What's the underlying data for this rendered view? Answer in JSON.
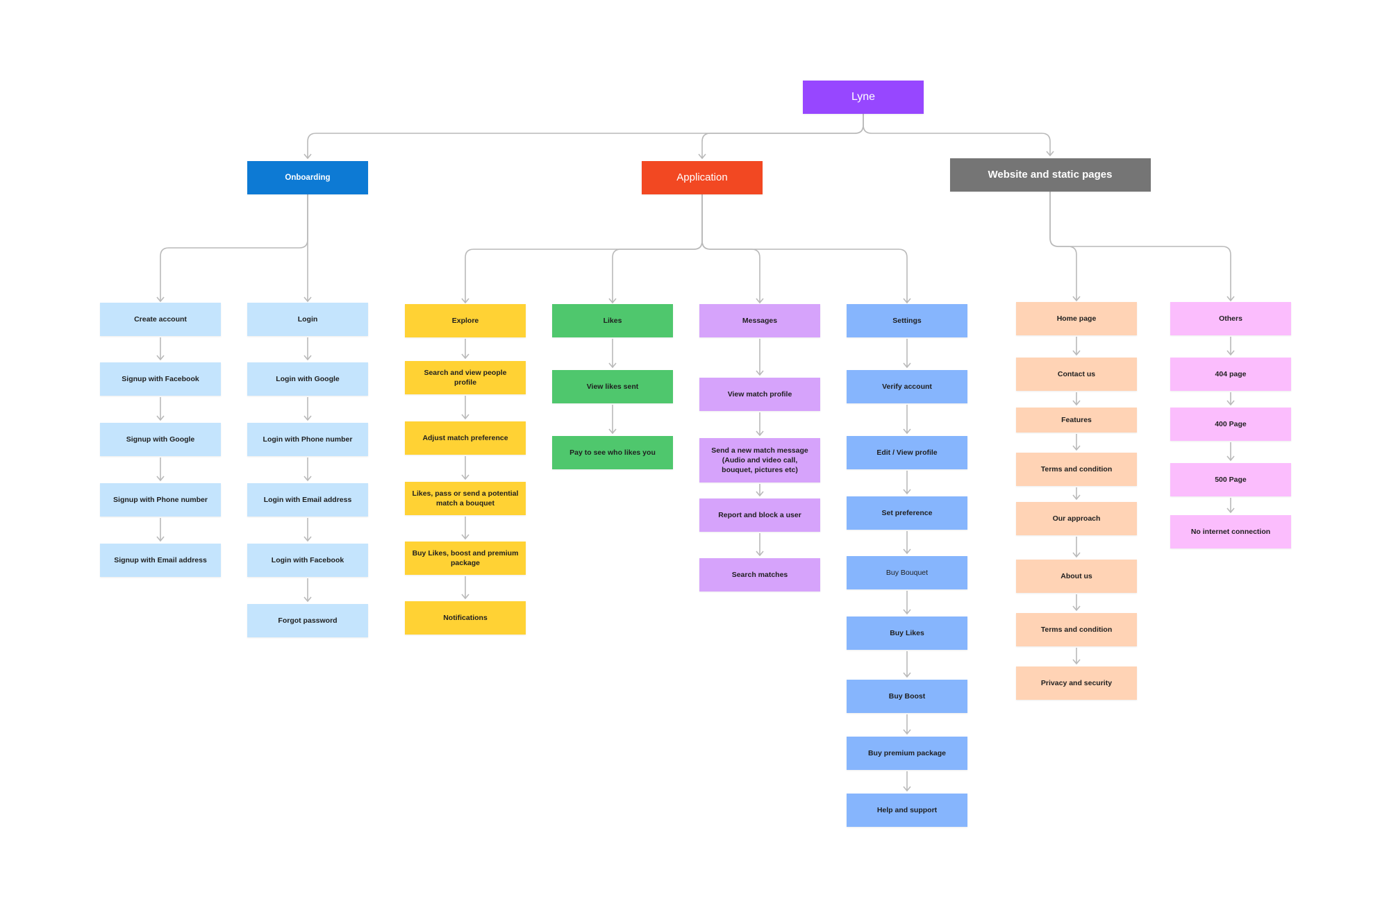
{
  "colors": {
    "root": "#9747ff",
    "onboarding": "#0d7ad4",
    "application": "#f24822",
    "website": "#757575",
    "onboarding_leaf": "#c4e4fd",
    "explore": "#ffd234",
    "likes": "#4fc76d",
    "messages": "#d6a3fb",
    "settings": "#86b5fd",
    "website_leaf": "#ffd3b5",
    "others": "#fbbdfd",
    "connector": "#b9b9b9"
  },
  "diagram": {
    "root": {
      "label": "Lyne"
    },
    "onboarding": {
      "label": "Onboarding",
      "create_account": {
        "label": "Create account",
        "items": [
          "Signup with Facebook",
          "Signup with Google",
          "Signup with Phone number",
          "Signup with Email address"
        ]
      },
      "login": {
        "label": "Login",
        "items": [
          "Login with Google",
          "Login with Phone number",
          "Login with Email address",
          "Login with Facebook",
          "Forgot password"
        ]
      }
    },
    "application": {
      "label": "Application",
      "explore": {
        "label": "Explore",
        "items": [
          "Search and view people profile",
          "Adjust match preference",
          "Likes, pass or send a potential match a bouquet",
          "Buy Likes, boost and premium package",
          "Notifications"
        ]
      },
      "likes": {
        "label": "Likes",
        "items": [
          "View likes sent",
          "Pay to see who likes you"
        ]
      },
      "messages": {
        "label": "Messages",
        "items": [
          "View match profile",
          "Send a new match message (Audio and video call, bouquet, pictures etc)",
          "Report and block a user",
          "Search matches"
        ]
      },
      "settings": {
        "label": "Settings",
        "items": [
          "Verify account",
          "Edit / View profile",
          "Set preference",
          "Buy Bouquet",
          "Buy Likes",
          "Buy Boost",
          "Buy premium package",
          "Help and support"
        ]
      }
    },
    "website": {
      "label": "Website and static pages",
      "home": {
        "label": "Home page",
        "items": [
          "Contact us",
          "Features",
          "Terms and condition",
          "Our approach",
          "About us",
          "Terms and condition",
          "Privacy and security"
        ]
      },
      "others": {
        "label": "Others",
        "items": [
          "404 page",
          "400 Page",
          "500 Page",
          "No internet connection"
        ]
      }
    }
  }
}
